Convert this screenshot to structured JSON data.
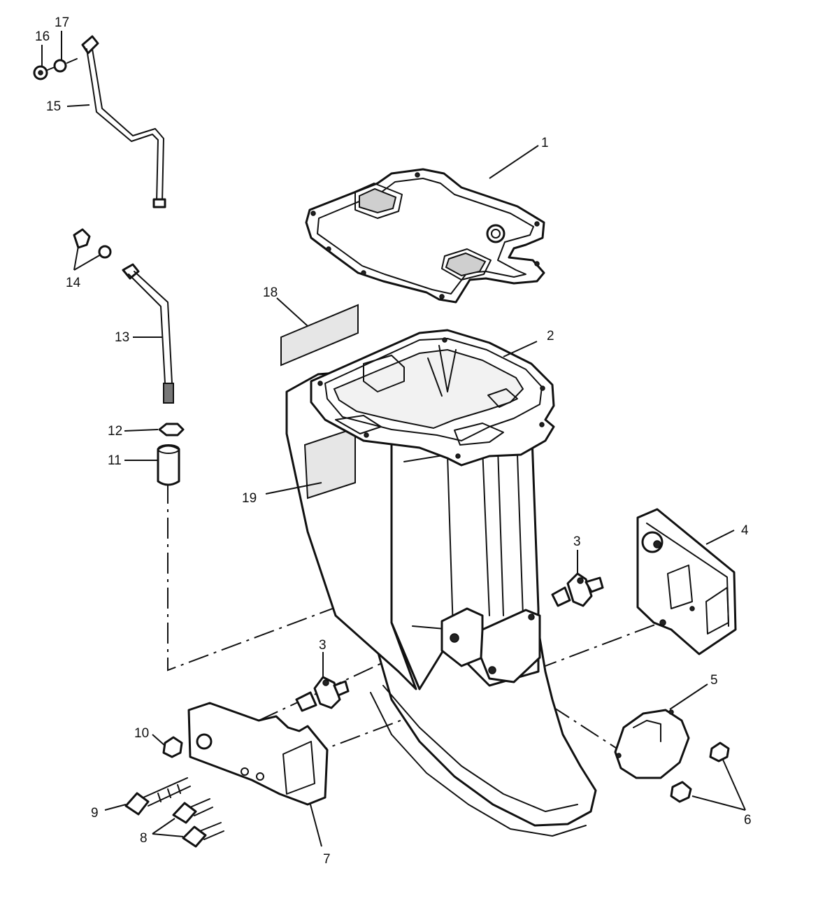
{
  "callouts": [
    {
      "id": "1",
      "label": "1"
    },
    {
      "id": "2",
      "label": "2"
    },
    {
      "id": "3a",
      "label": "3"
    },
    {
      "id": "3b",
      "label": "3"
    },
    {
      "id": "4",
      "label": "4"
    },
    {
      "id": "5",
      "label": "5"
    },
    {
      "id": "6",
      "label": "6"
    },
    {
      "id": "7",
      "label": "7"
    },
    {
      "id": "8",
      "label": "8"
    },
    {
      "id": "9",
      "label": "9"
    },
    {
      "id": "10",
      "label": "10"
    },
    {
      "id": "11",
      "label": "11"
    },
    {
      "id": "12",
      "label": "12"
    },
    {
      "id": "13",
      "label": "13"
    },
    {
      "id": "14",
      "label": "14"
    },
    {
      "id": "15",
      "label": "15"
    },
    {
      "id": "16",
      "label": "16"
    },
    {
      "id": "17",
      "label": "17"
    },
    {
      "id": "18",
      "label": "18"
    },
    {
      "id": "19",
      "label": "19"
    }
  ],
  "colors": {
    "line": "#111111",
    "background": "#ffffff",
    "shade": "#cfcfcf"
  }
}
